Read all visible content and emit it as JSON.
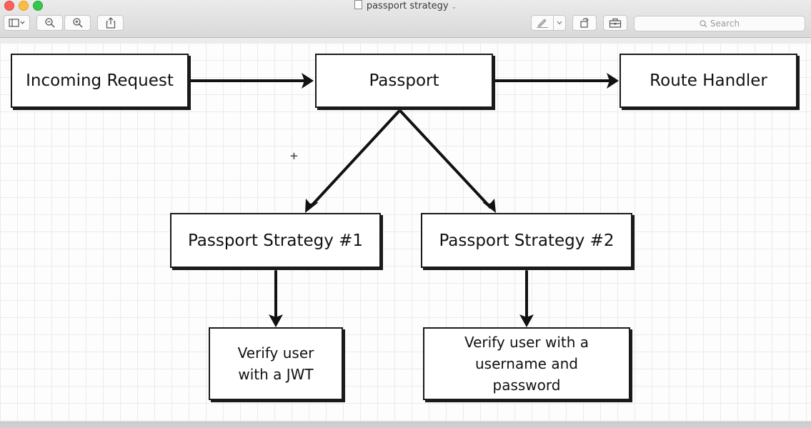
{
  "window": {
    "title": "passport strategy",
    "search_placeholder": "Search"
  },
  "diagram": {
    "incoming_request": "Incoming Request",
    "passport": "Passport",
    "route_handler": "Route Handler",
    "strategy_1": "Passport Strategy #1",
    "strategy_2": "Passport Strategy #2",
    "verify_jwt": "Verify user\nwith a JWT",
    "verify_userpass": "Verify user with a\nusername and\npassword"
  }
}
